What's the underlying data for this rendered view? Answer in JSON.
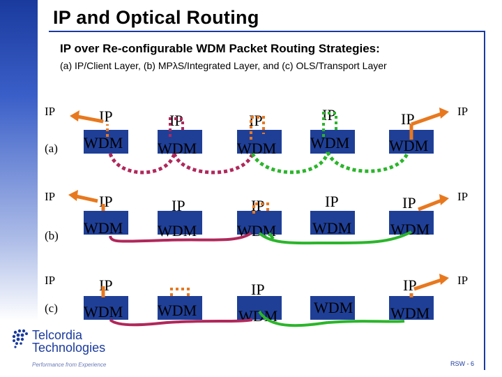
{
  "title": "IP and Optical Routing",
  "subtitle": "IP over Re-configurable WDM Packet Routing Strategies:",
  "description": "(a) IP/Client Layer, (b) MPλS/Integrated Layer, and (c) OLS/Transport Layer",
  "rows": {
    "a": {
      "label": "(a)",
      "ip_left": "IP",
      "ip_right": "IP"
    },
    "b": {
      "label": "(b)",
      "ip_left": "IP",
      "ip_right": "IP"
    },
    "c": {
      "label": "(c)",
      "ip_left": "IP",
      "ip_right": "IP"
    }
  },
  "node_ip": "IP",
  "node_wdm": "WDM",
  "logo": {
    "line1": "Telcordia",
    "line2": "Technologies",
    "tagline": "Performance from Experience"
  },
  "footer": "RSW - 6",
  "colors": {
    "wdm_box": "#1f3f97",
    "arrow": "#e8781e",
    "dotted_red": "#b0285a",
    "green": "#2bb52b",
    "magenta": "#b0285a",
    "accent": "#1a3a9e"
  }
}
